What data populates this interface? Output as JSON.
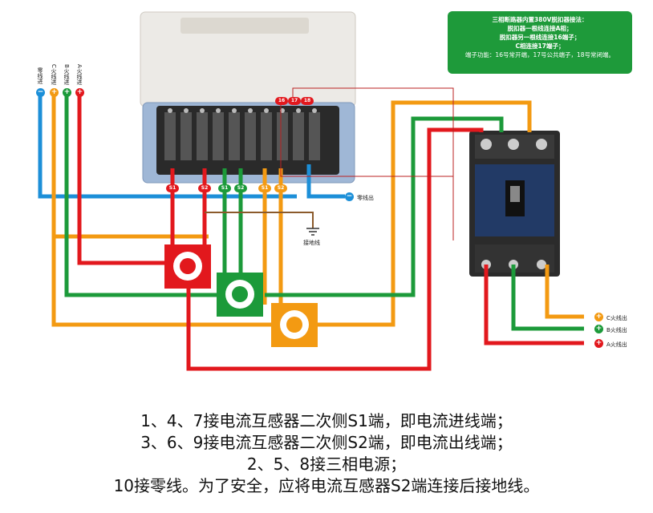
{
  "note": {
    "title": "三相断路器内置380V脱扣器接法：",
    "line1": "脱扣器一根线连接A相；",
    "line2": "脱扣器另一根线连接16端子；",
    "line3": "C相连接17端子；",
    "line4": "端子功能：16号常开端，17号公共端子，18号常闭端。"
  },
  "inputs": {
    "neutral": "零线进",
    "c_in": "C火线进",
    "b_in": "B火线进",
    "a_in": "A火线进"
  },
  "outputs": {
    "neutral_out": "零线出",
    "ground": "接地线",
    "c_out": "C火线出",
    "b_out": "B火线出",
    "a_out": "A火线出"
  },
  "terminals": {
    "t16": "16",
    "t17": "17",
    "t18": "18",
    "s1a": "S1",
    "s2a": "S2",
    "s1b": "S1",
    "s2b": "S2",
    "s1c": "S1",
    "s2c": "S2"
  },
  "symbols": {
    "minus": "−",
    "plus": "+"
  },
  "caption": {
    "line1": "1、4、7接电流互感器二次侧S1端，即电流进线端；",
    "line2": "3、6、9接电流互感器二次侧S2端，即电流出线端；",
    "line3": "2、5、8接三相电源；",
    "line4": "10接零线。为了安全，应将电流互感器S2端连接后接地线。"
  },
  "colors": {
    "red": "#e2181d",
    "green": "#1c9a3a",
    "orange": "#f39a12",
    "blue": "#1c8fd8",
    "note_bg": "#1e9a3a"
  }
}
